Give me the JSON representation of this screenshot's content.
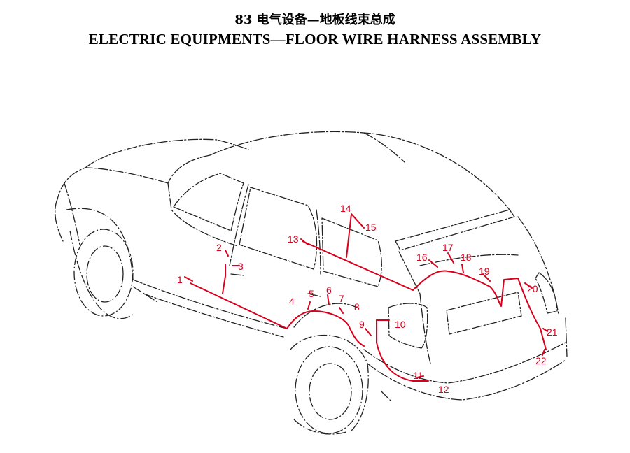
{
  "header": {
    "title_cn": "83  电气设备—地板线束总成",
    "title_en": "ELECTRIC EQUIPMENTS—FLOOR WIRE HARNESS ASSEMBLY"
  },
  "colors": {
    "outline": "#222222",
    "harness": "#d8001c",
    "label": "#d8001c"
  },
  "callouts": [
    "1",
    "2",
    "3",
    "4",
    "5",
    "6",
    "7",
    "8",
    "9",
    "10",
    "11",
    "12",
    "13",
    "14",
    "15",
    "16",
    "17",
    "18",
    "19",
    "20",
    "21",
    "22"
  ]
}
